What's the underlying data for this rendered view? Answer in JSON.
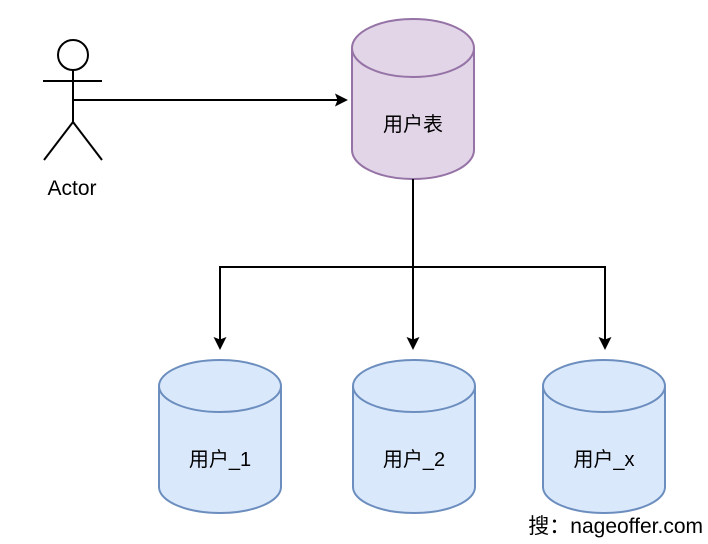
{
  "diagram": {
    "actor": {
      "label": "Actor"
    },
    "user_table": {
      "label": "用户表",
      "fill": "#e1d5e7",
      "stroke": "#9673a6"
    },
    "shards": [
      {
        "label": "用户_1"
      },
      {
        "label": "用户_2"
      },
      {
        "label": "用户_x"
      }
    ],
    "shard_style": {
      "fill": "#dae8fc",
      "stroke": "#6c8ebf"
    },
    "line_color": "#000000"
  },
  "watermark": {
    "label": "搜：nageoffer.com",
    "color": "#c6c6c6"
  }
}
